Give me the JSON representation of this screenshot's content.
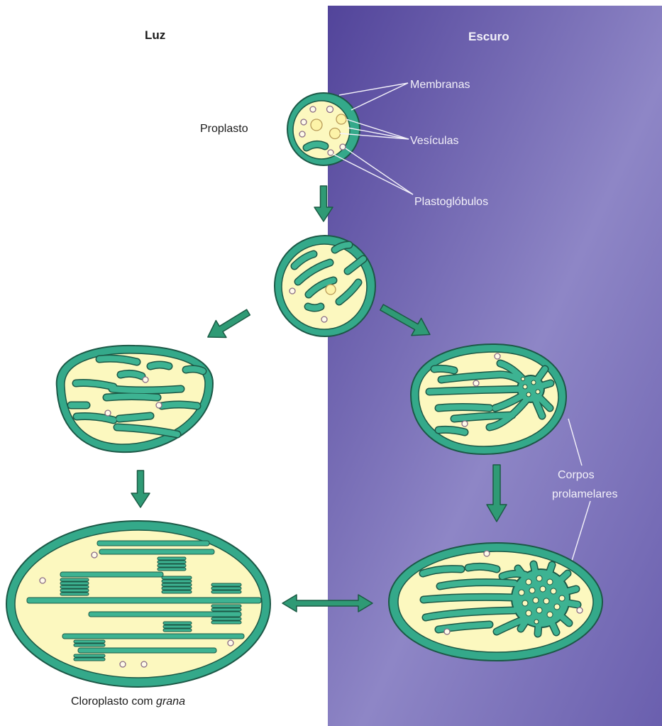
{
  "panels": {
    "light_label": "Luz",
    "dark_label": "Escuro"
  },
  "labels": {
    "proplasto": "Proplasto",
    "membranas": "Membranas",
    "vesiculas": "Vesículas",
    "plastoglobulos": "Plastoglóbulos",
    "corpos_line1": "Corpos",
    "corpos_line2": "prolamelares",
    "cloroplasto_prefix": "Cloroplasto com ",
    "cloroplasto_italic": "grana"
  },
  "colors": {
    "dark_panel_top": "#55479a",
    "dark_panel_mid": "#8e86c6",
    "plastid_envelope": "#34a98a",
    "stroma": "#fcf8bf",
    "thylakoid": "#3db392",
    "arrow": "#2f9a75",
    "label_on_dark": "#f3f1f9"
  }
}
